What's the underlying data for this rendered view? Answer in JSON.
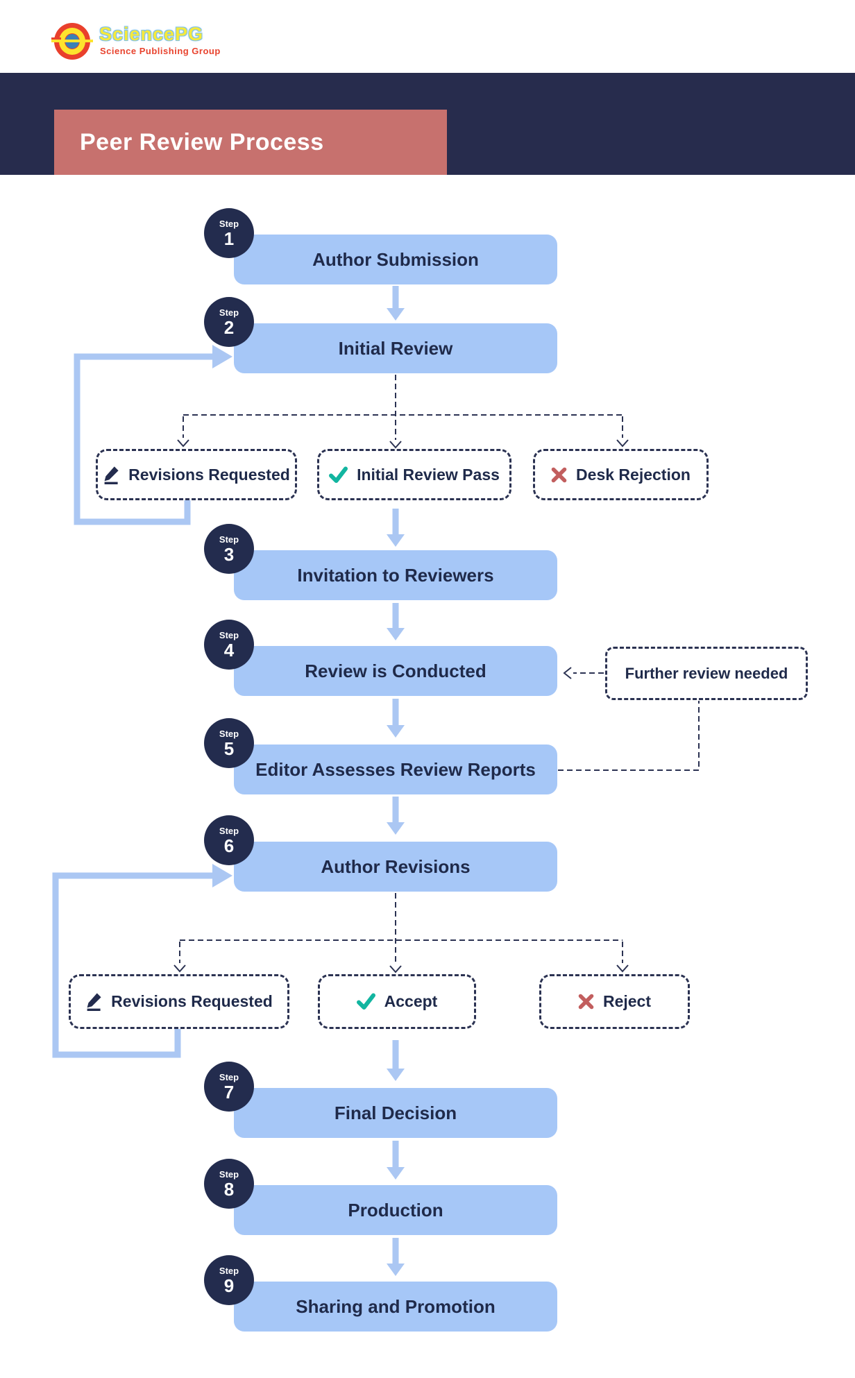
{
  "brand": {
    "name": "SciencePG",
    "tagline": "Science Publishing Group",
    "logo_icon": "concentric-rings-logo"
  },
  "header": {
    "title": "Peer Review Process"
  },
  "steps": [
    {
      "step_label": "Step",
      "number": "1",
      "title": "Author Submission"
    },
    {
      "step_label": "Step",
      "number": "2",
      "title": "Initial Review"
    },
    {
      "step_label": "Step",
      "number": "3",
      "title": "Invitation to Reviewers"
    },
    {
      "step_label": "Step",
      "number": "4",
      "title": "Review is Conducted"
    },
    {
      "step_label": "Step",
      "number": "5",
      "title": "Editor Assesses Review Reports"
    },
    {
      "step_label": "Step",
      "number": "6",
      "title": "Author Revisions"
    },
    {
      "step_label": "Step",
      "number": "7",
      "title": "Final Decision"
    },
    {
      "step_label": "Step",
      "number": "8",
      "title": "Production"
    },
    {
      "step_label": "Step",
      "number": "9",
      "title": "Sharing and Promotion"
    }
  ],
  "branch1": {
    "options": [
      {
        "icon": "pencil-icon",
        "label": "Revisions Requested"
      },
      {
        "icon": "check-icon",
        "label": "Initial Review Pass"
      },
      {
        "icon": "x-icon",
        "label": "Desk Rejection"
      }
    ]
  },
  "branch2": {
    "options": [
      {
        "icon": "pencil-icon",
        "label": "Revisions Requested"
      },
      {
        "icon": "check-icon",
        "label": "Accept"
      },
      {
        "icon": "x-icon",
        "label": "Reject"
      }
    ]
  },
  "annotations": {
    "further_review": "Further review needed"
  },
  "colors": {
    "navy_band": "#272c4d",
    "title_box": "#c7716e",
    "step_box_fill": "#a6c7f7",
    "arrow_blue": "#abc7f3",
    "dark_text": "#1f2a4a",
    "circle_navy": "#232c4e",
    "dashed_line": "#2b3252",
    "check_teal": "#12b5a0",
    "x_red": "#c25e5e",
    "logo_red": "#e9402c",
    "logo_yellow": "#fde42e",
    "logo_blue": "#3a80b6"
  }
}
